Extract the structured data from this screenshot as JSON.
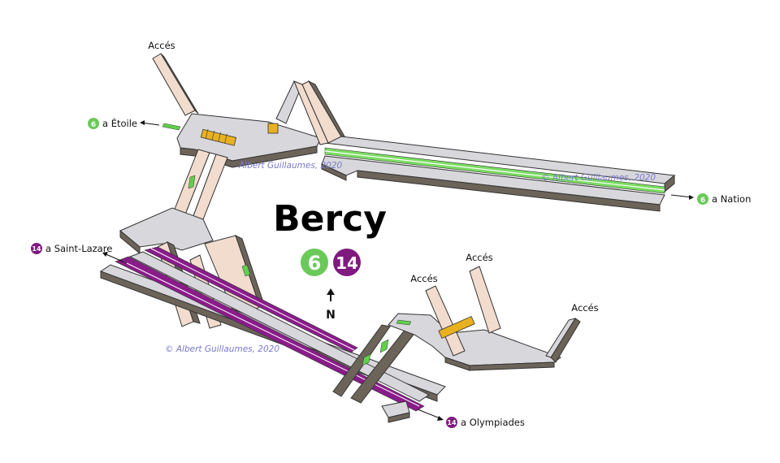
{
  "station": {
    "name": "Bercy",
    "lines": [
      {
        "number": "6",
        "color": "#6bc95a"
      },
      {
        "number": "14",
        "color": "#7f1a7f"
      }
    ],
    "north": "N"
  },
  "access_label": "Accés",
  "directions": {
    "line6_west": {
      "line": "6",
      "text": "a Étoile",
      "color": "#6bc95a"
    },
    "line6_east": {
      "line": "6",
      "text": "a Nation",
      "color": "#6bc95a"
    },
    "line14_north": {
      "line": "14",
      "text": "a Saint-Lazare",
      "color": "#7f1a7f"
    },
    "line14_south": {
      "line": "14",
      "text": "a Olympiades",
      "color": "#7f1a7f"
    }
  },
  "watermarks": {
    "upper": "Albert Guillaumes, 2020",
    "right": "© Albert Guillaumes, 2020",
    "lower": "© Albert Guillaumes, 2020"
  },
  "colors": {
    "floor": "#d7d7dc",
    "wall": "#6c6459",
    "stair": "#f2dcce",
    "track6": "#7bdc62",
    "track14": "#8a1c8a",
    "escalator": "#e8b120",
    "arrow": "#5fd14a"
  }
}
